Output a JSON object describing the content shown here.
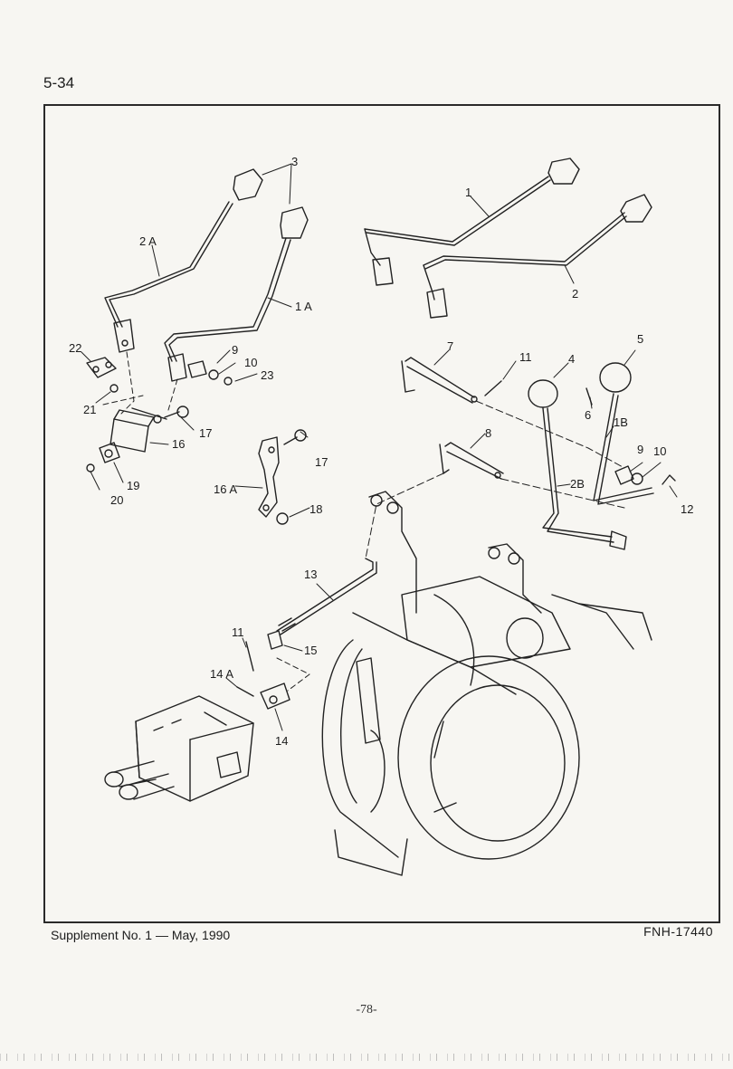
{
  "page": {
    "section_number": "5-34",
    "supplement": "Supplement  No. 1 — May, 1990",
    "document_code": "FNH-17440",
    "page_footer": "-78-"
  },
  "callouts": [
    {
      "id": "c-3",
      "text": "3"
    },
    {
      "id": "c-1",
      "text": "1"
    },
    {
      "id": "c-2a",
      "text": "2 A"
    },
    {
      "id": "c-1a",
      "text": "1 A"
    },
    {
      "id": "c-2",
      "text": "2"
    },
    {
      "id": "c-22",
      "text": "22"
    },
    {
      "id": "c-9a",
      "text": "9"
    },
    {
      "id": "c-10a",
      "text": "10"
    },
    {
      "id": "c-23",
      "text": "23"
    },
    {
      "id": "c-21",
      "text": "21"
    },
    {
      "id": "c-17a",
      "text": "17"
    },
    {
      "id": "c-16",
      "text": "16"
    },
    {
      "id": "c-19",
      "text": "19"
    },
    {
      "id": "c-20",
      "text": "20"
    },
    {
      "id": "c-7",
      "text": "7"
    },
    {
      "id": "c-11a",
      "text": "11"
    },
    {
      "id": "c-4",
      "text": "4"
    },
    {
      "id": "c-5",
      "text": "5"
    },
    {
      "id": "c-6",
      "text": "6"
    },
    {
      "id": "c-1b",
      "text": "1B"
    },
    {
      "id": "c-17b",
      "text": "17"
    },
    {
      "id": "c-16a",
      "text": "16 A"
    },
    {
      "id": "c-18",
      "text": "18"
    },
    {
      "id": "c-8",
      "text": "8"
    },
    {
      "id": "c-2b",
      "text": "2B"
    },
    {
      "id": "c-9b",
      "text": "9"
    },
    {
      "id": "c-10b",
      "text": "10"
    },
    {
      "id": "c-12",
      "text": "12"
    },
    {
      "id": "c-13",
      "text": "13"
    },
    {
      "id": "c-11b",
      "text": "11"
    },
    {
      "id": "c-15",
      "text": "15"
    },
    {
      "id": "c-14a",
      "text": "14 A"
    },
    {
      "id": "c-14",
      "text": "14"
    }
  ]
}
